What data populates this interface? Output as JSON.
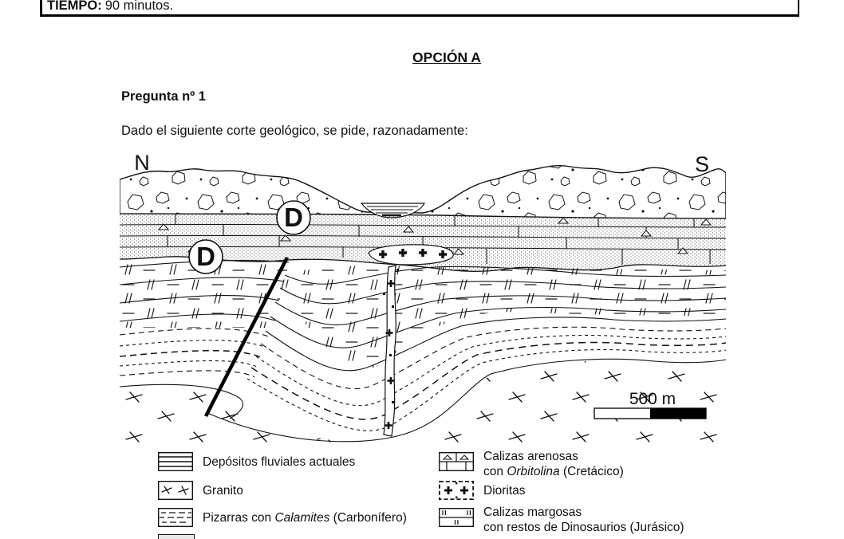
{
  "header": {
    "label": "TIEMPO:",
    "value": "90 minutos."
  },
  "option_title": "OPCIÓN A",
  "question": {
    "number_label": "Pregunta nº 1",
    "prompt": "Dado el siguiente corte geológico, se pide, razonadamente:"
  },
  "figure": {
    "north_label": "N",
    "south_label": "S",
    "unconformity_label_1": "D",
    "unconformity_label_2": "D",
    "scale_bar_label": "500 m",
    "legend": {
      "left": [
        {
          "symbol": "fluvial-deposits",
          "label": "Depósitos fluviales actuales"
        },
        {
          "symbol": "granite",
          "label": "Granito"
        },
        {
          "symbol": "slates",
          "label_pre": "Pizarras con ",
          "label_italic": "Calamites",
          "label_post": " (Carbonífero)"
        }
      ],
      "right": [
        {
          "symbol": "sandy-limestone",
          "line1": "Calizas arenosas",
          "line2_pre": "con ",
          "line2_italic": "Orbitolina",
          "line2_post": " (Cretácico)"
        },
        {
          "symbol": "diorites",
          "label": "Dioritas"
        },
        {
          "symbol": "marly-limestone",
          "line1": "Calizas margosas",
          "line2": "con restos de Dinosaurios (Jurásico)"
        }
      ]
    }
  },
  "colors": {
    "ink": "#111111",
    "paper": "#ffffff"
  }
}
